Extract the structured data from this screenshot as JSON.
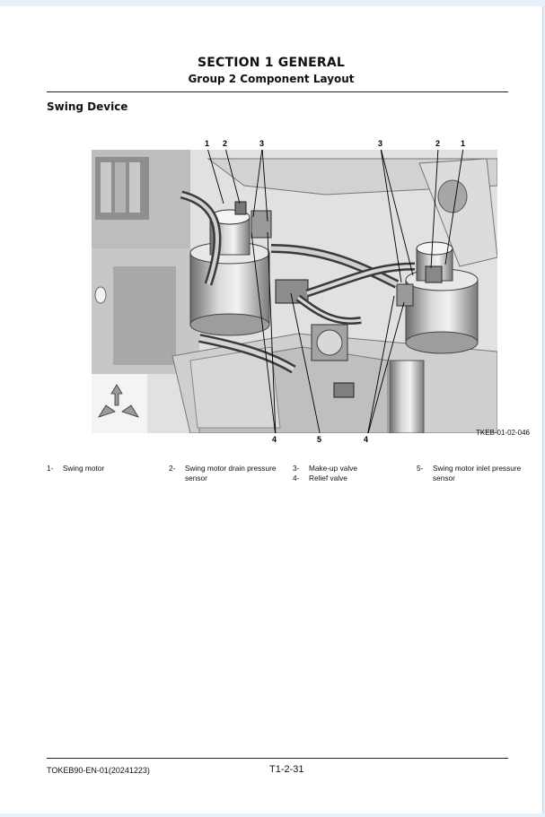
{
  "header": {
    "section_title": "SECTION 1 GENERAL",
    "group_title": "Group 2 Component Layout"
  },
  "subsection_title": "Swing Device",
  "figure": {
    "callout_labels": {
      "l1": "1",
      "l2": "2",
      "l3": "3",
      "r3": "3",
      "r2": "2",
      "r1": "1",
      "b4a": "4",
      "b5": "5",
      "b4b": "4"
    },
    "code": "TKEB-01-02-046"
  },
  "legend": [
    {
      "num": "1-",
      "text": "Swing motor"
    },
    {
      "num": "2-",
      "text": "Swing motor drain pressure sensor"
    },
    {
      "num": "3-",
      "text": "Make-up valve"
    },
    {
      "num": "4-",
      "text": "Relief valve"
    },
    {
      "num": "5-",
      "text": "Swing motor inlet pressure sensor"
    }
  ],
  "footer": {
    "doc_code": "TOKEB90-EN-01(20241223)",
    "page_number": "T1-2-31"
  },
  "colors": {
    "page_bg": "#ffffff",
    "outer_bg": "#e8f1fa",
    "text": "#111111"
  }
}
